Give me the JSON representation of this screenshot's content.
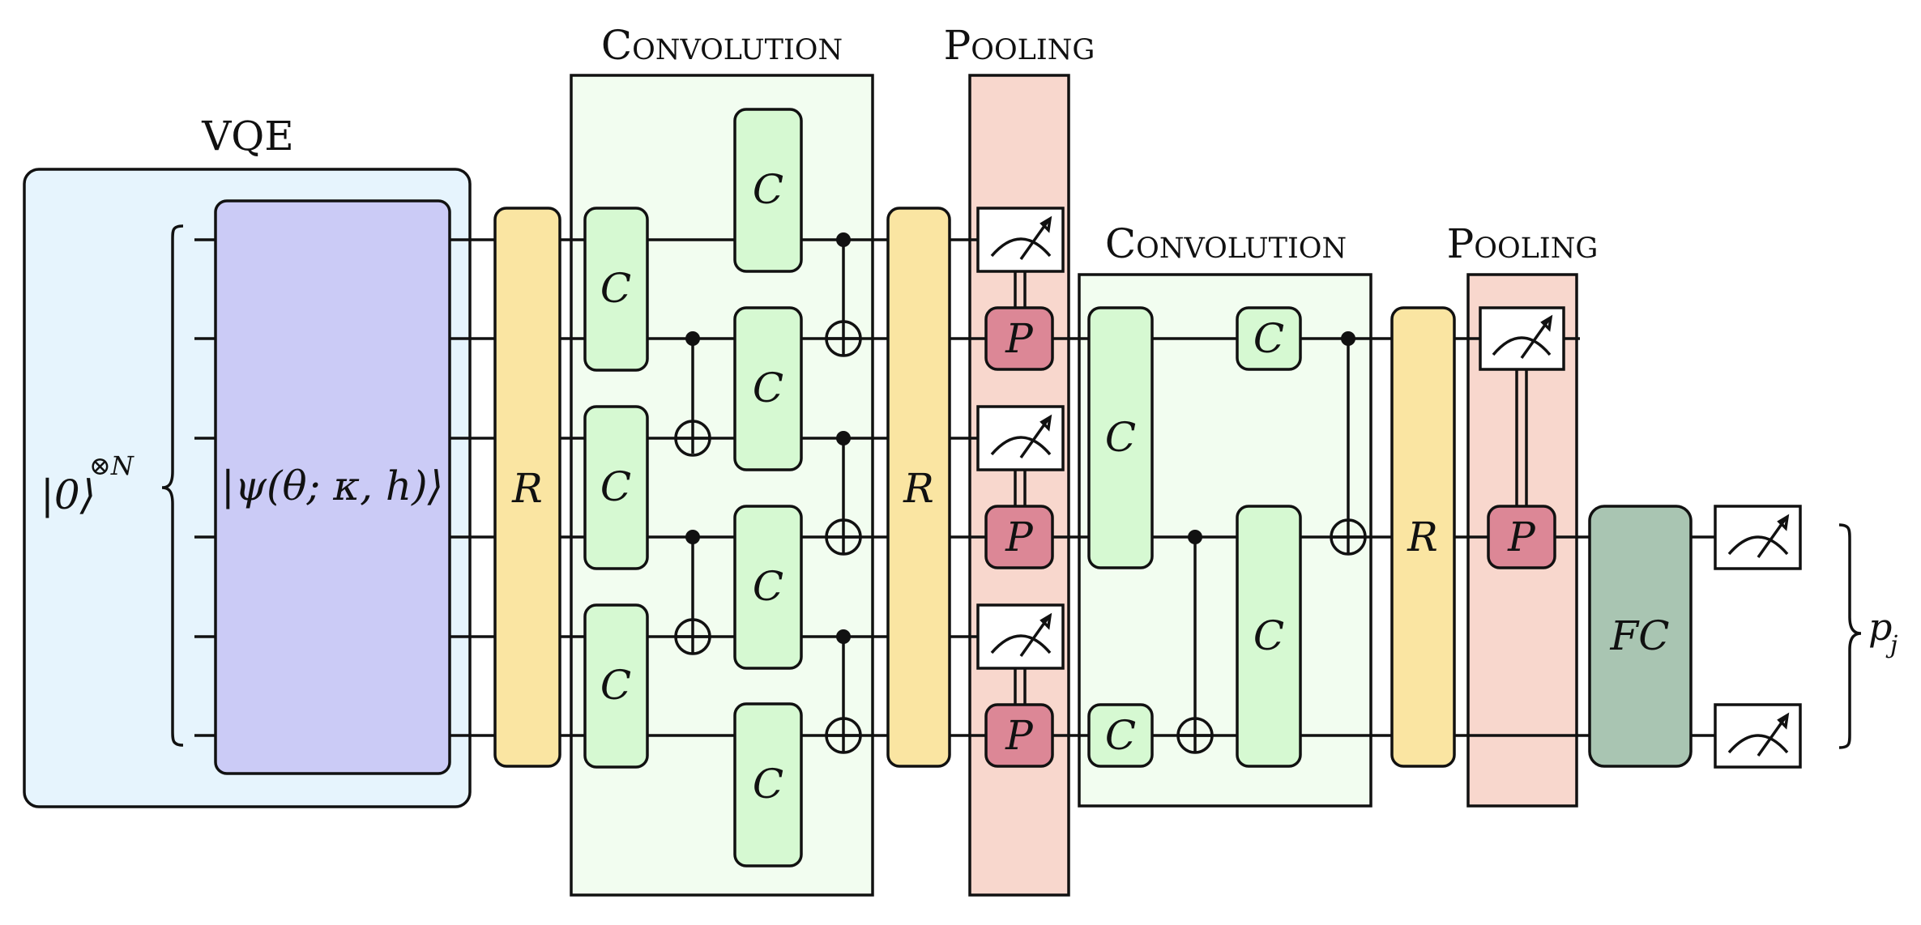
{
  "titles": {
    "vqe": "VQE",
    "conv1": "Convolution",
    "pool1": "Pooling",
    "conv2": "Convolution",
    "pool2": "Pooling"
  },
  "labels": {
    "input_state": "|0⟩⊗N",
    "input_ket": "|0⟩",
    "input_sup": "⊗N",
    "psi_state": "|ψ(θ; κ, h)⟩",
    "rotation": "R",
    "convolution_gate": "C",
    "pooling_gate": "P",
    "fully_connected": "FC",
    "output": "p",
    "output_sub": "j"
  },
  "colors": {
    "vqe_background": "#e6f4fd",
    "psi_gate": "#cbcbf6",
    "rotation_gate": "#fae5a2",
    "conv_background": "#f2fdf0",
    "conv_gate": "#d6f9d2",
    "pool_background": "#f8d7cd",
    "pool_gate": "#dc8796",
    "fc_gate": "#a9c5b2",
    "line": "#111111"
  },
  "icons": [
    "measurement-meter-icon",
    "control-dot-icon",
    "target-xor-icon",
    "brace-icon"
  ]
}
